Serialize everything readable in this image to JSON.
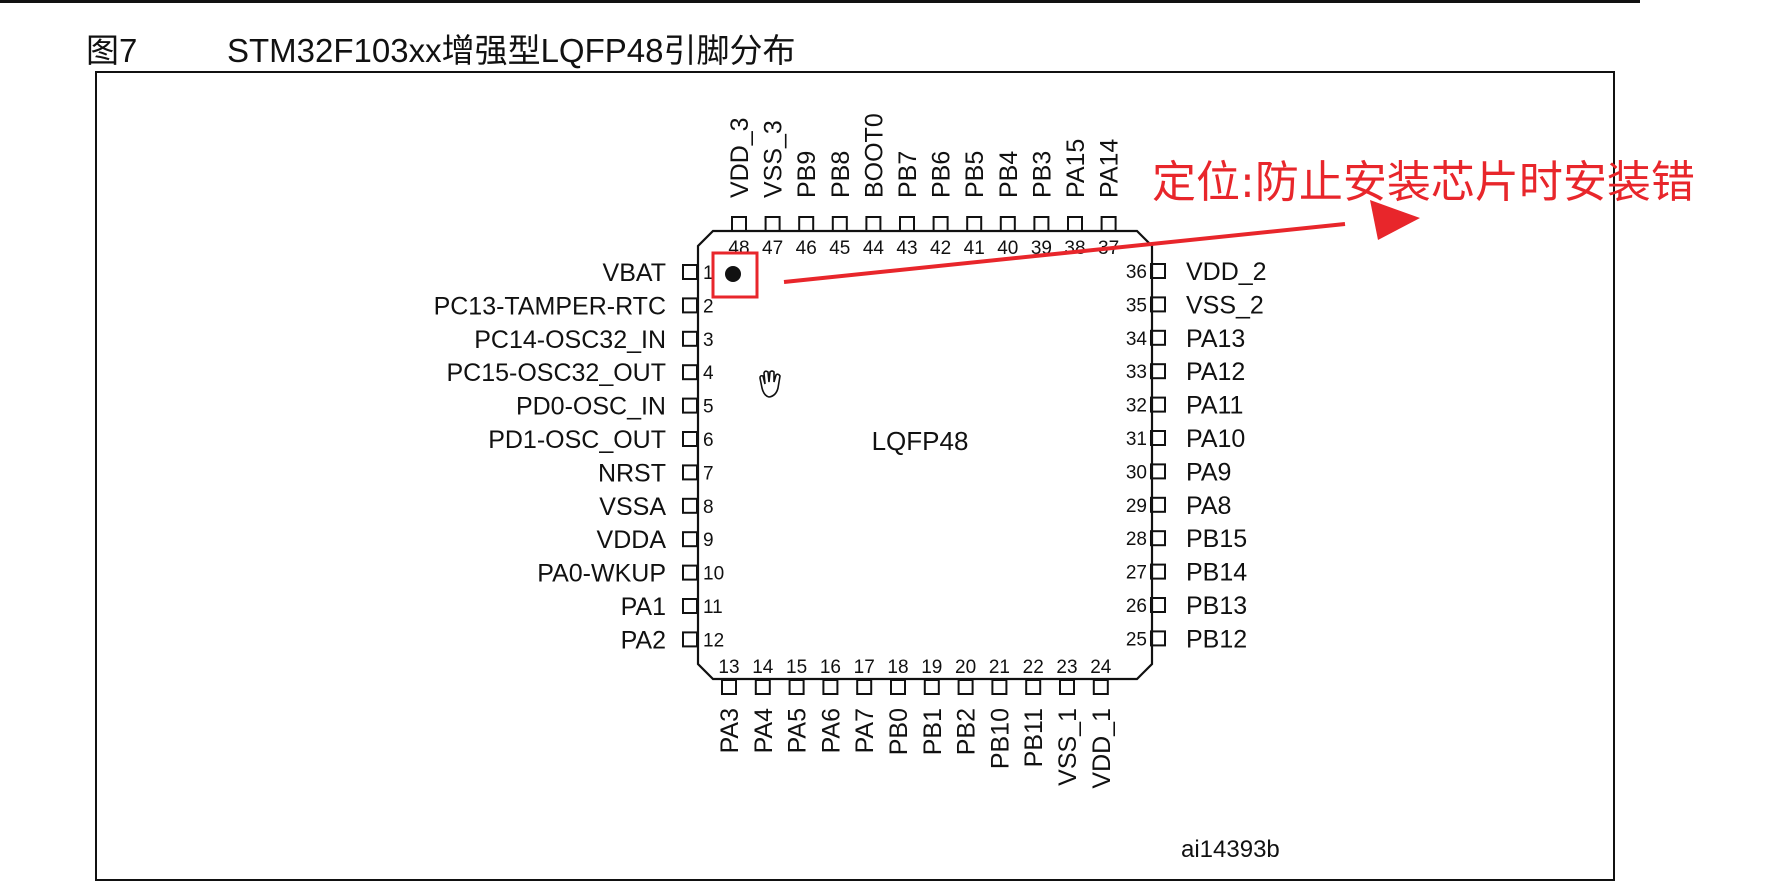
{
  "figure": {
    "number": "图7",
    "title": "STM32F103xx增强型LQFP48引脚分布"
  },
  "package": {
    "label": "LQFP48",
    "drawing_code": "ai14393b"
  },
  "annotation": {
    "text": "定位:防止安装芯片时安装错",
    "color": "#e8262b"
  },
  "pins": {
    "left": [
      {
        "n": "1",
        "name": "VBAT"
      },
      {
        "n": "2",
        "name": "PC13-TAMPER-RTC"
      },
      {
        "n": "3",
        "name": "PC14-OSC32_IN"
      },
      {
        "n": "4",
        "name": "PC15-OSC32_OUT"
      },
      {
        "n": "5",
        "name": "PD0-OSC_IN"
      },
      {
        "n": "6",
        "name": "PD1-OSC_OUT"
      },
      {
        "n": "7",
        "name": "NRST"
      },
      {
        "n": "8",
        "name": "VSSA"
      },
      {
        "n": "9",
        "name": "VDDA"
      },
      {
        "n": "10",
        "name": "PA0-WKUP"
      },
      {
        "n": "11",
        "name": "PA1"
      },
      {
        "n": "12",
        "name": "PA2"
      }
    ],
    "bottom": [
      {
        "n": "13",
        "name": "PA3"
      },
      {
        "n": "14",
        "name": "PA4"
      },
      {
        "n": "15",
        "name": "PA5"
      },
      {
        "n": "16",
        "name": "PA6"
      },
      {
        "n": "17",
        "name": "PA7"
      },
      {
        "n": "18",
        "name": "PB0"
      },
      {
        "n": "19",
        "name": "PB1"
      },
      {
        "n": "20",
        "name": "PB2"
      },
      {
        "n": "21",
        "name": "PB10"
      },
      {
        "n": "22",
        "name": "PB11"
      },
      {
        "n": "23",
        "name": "VSS_1"
      },
      {
        "n": "24",
        "name": "VDD_1"
      }
    ],
    "right": [
      {
        "n": "36",
        "name": "VDD_2"
      },
      {
        "n": "35",
        "name": "VSS_2"
      },
      {
        "n": "34",
        "name": "PA13"
      },
      {
        "n": "33",
        "name": "PA12"
      },
      {
        "n": "32",
        "name": "PA11"
      },
      {
        "n": "31",
        "name": "PA10"
      },
      {
        "n": "30",
        "name": "PA9"
      },
      {
        "n": "29",
        "name": "PA8"
      },
      {
        "n": "28",
        "name": "PB15"
      },
      {
        "n": "27",
        "name": "PB14"
      },
      {
        "n": "26",
        "name": "PB13"
      },
      {
        "n": "25",
        "name": "PB12"
      }
    ],
    "top": [
      {
        "n": "48",
        "name": "VDD_3"
      },
      {
        "n": "47",
        "name": "VSS_3"
      },
      {
        "n": "46",
        "name": "PB9"
      },
      {
        "n": "45",
        "name": "PB8"
      },
      {
        "n": "44",
        "name": "BOOT0"
      },
      {
        "n": "43",
        "name": "PB7"
      },
      {
        "n": "42",
        "name": "PB6"
      },
      {
        "n": "41",
        "name": "PB5"
      },
      {
        "n": "40",
        "name": "PB4"
      },
      {
        "n": "39",
        "name": "PB3"
      },
      {
        "n": "38",
        "name": "PA15"
      },
      {
        "n": "37",
        "name": "PA14"
      }
    ]
  },
  "icons": {
    "cursor": "hand-cursor-icon",
    "pin1_marker": "pin1-dot-icon"
  }
}
